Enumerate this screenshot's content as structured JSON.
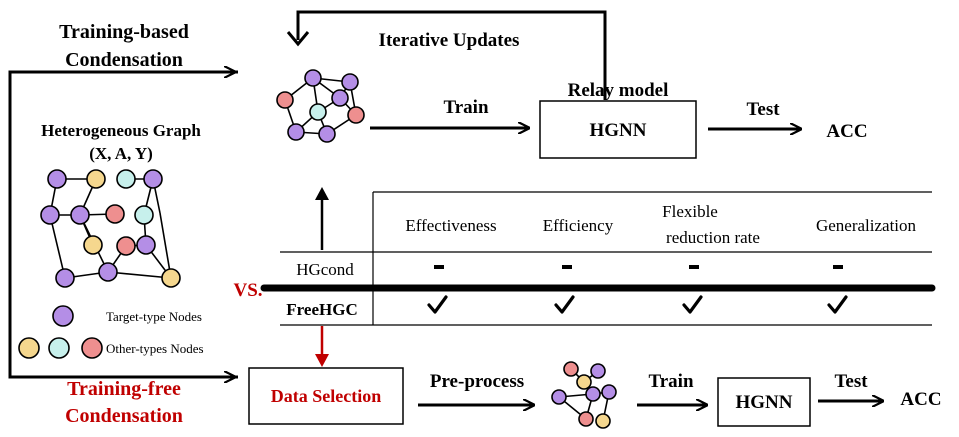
{
  "colors": {
    "target_node": "#b48ee6",
    "other_yellow": "#f5d78e",
    "other_cyan": "#c7f0ec",
    "other_red": "#ee8f8f",
    "accent_red": "#c00000",
    "stroke": "#000000"
  },
  "top_branch": {
    "label_line1": "Training-based",
    "label_line2": "Condensation",
    "iterative": "Iterative Updates",
    "relay": "Relay model",
    "train": "Train",
    "hgnn": "HGNN",
    "test": "Test",
    "acc": "ACC"
  },
  "bottom_branch": {
    "label_line1": "Training-free",
    "label_line2": "Condensation",
    "data_selection": "Data Selection",
    "preprocess": "Pre-process",
    "train": "Train",
    "hgnn": "HGNN",
    "test": "Test",
    "acc": "ACC"
  },
  "hetero_graph": {
    "title": "Heterogeneous Graph",
    "subtitle": "(X, A, Y)",
    "legend_target": "Target-type Nodes",
    "legend_other": "Other-types Nodes"
  },
  "comparison": {
    "vs": "VS.",
    "columns": [
      "Effectiveness",
      "Efficiency",
      "Flexible",
      "reduction rate",
      "Generalization"
    ],
    "rows": [
      {
        "method": "HGcond",
        "marks": [
          "-",
          "-",
          "-",
          "-"
        ]
      },
      {
        "method": "FreeHGC",
        "marks": [
          "✓",
          "✓",
          "✓",
          "✓"
        ]
      }
    ]
  }
}
